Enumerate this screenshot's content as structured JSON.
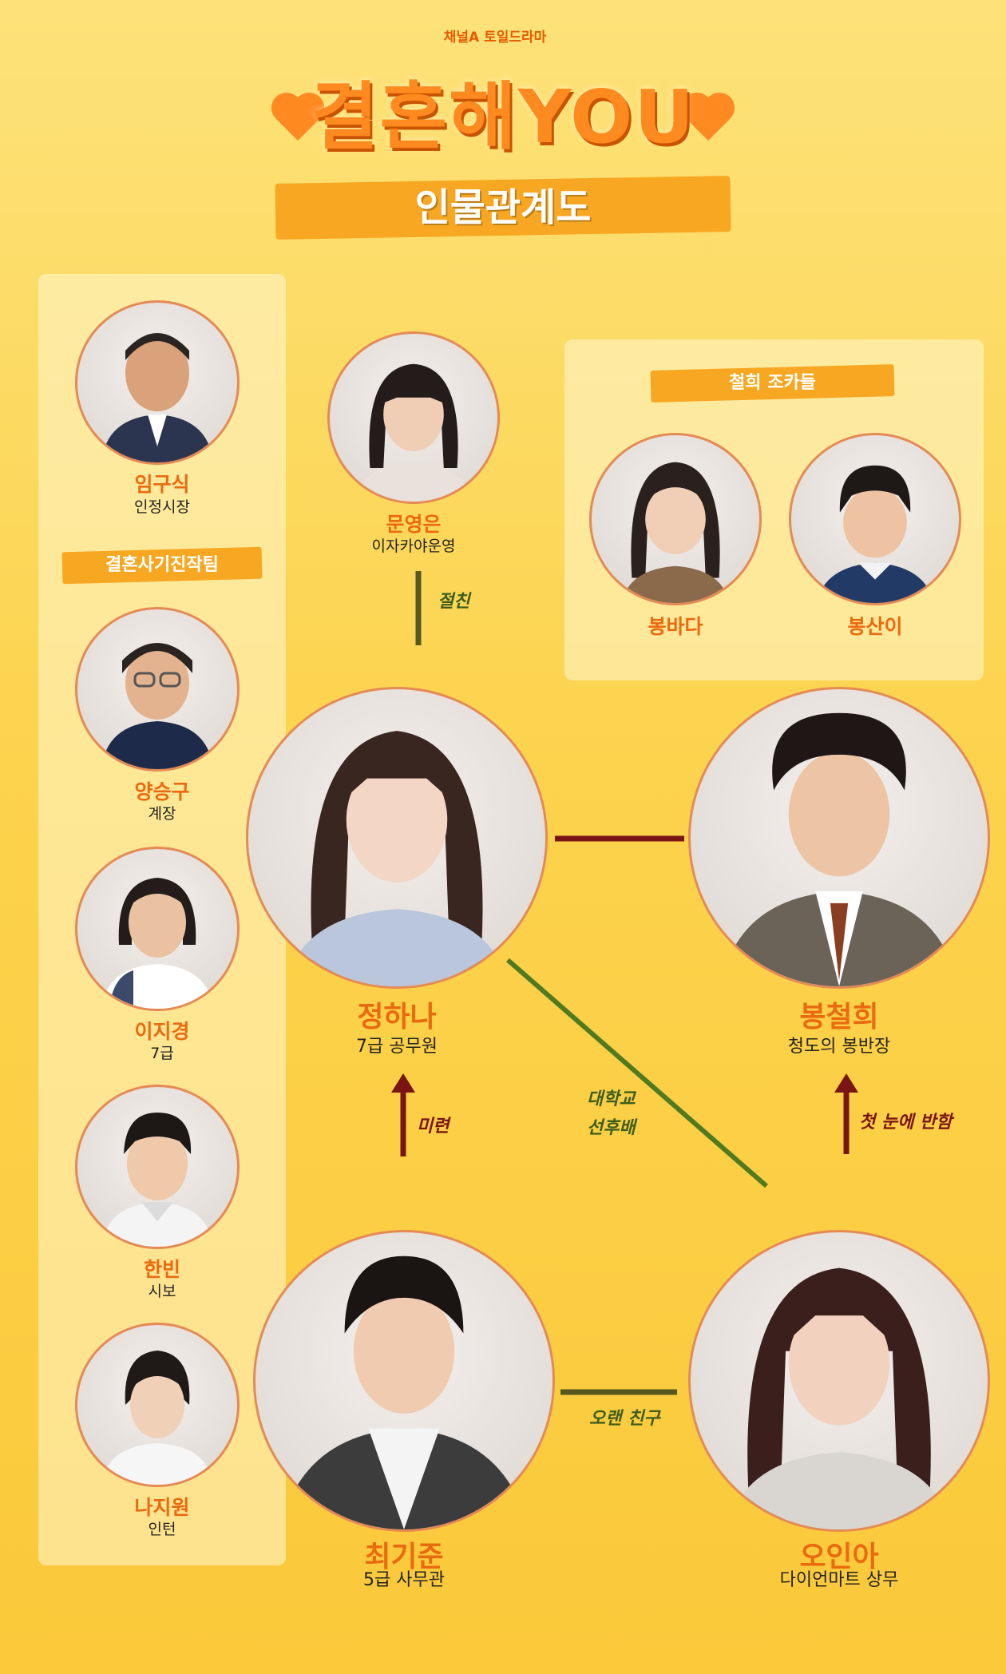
{
  "header": {
    "channel": "채널A 토일드라마",
    "title": "결혼해YOU",
    "subtitle": "인물관계도"
  },
  "groups": {
    "left_team": "결혼사기진작팀",
    "nephews": "철희 조카들"
  },
  "characters": {
    "im_gusik": {
      "name": "임구식",
      "role": "인정시장"
    },
    "yang_seunggu": {
      "name": "양승구",
      "role": "계장"
    },
    "lee_jigyeong": {
      "name": "이지경",
      "role": "7급"
    },
    "han_bin": {
      "name": "한빈",
      "role": "시보"
    },
    "na_jiwon": {
      "name": "나지원",
      "role": "인턴"
    },
    "moon_yeongeun": {
      "name": "문영은",
      "role": "이자카야운영"
    },
    "bong_bada": {
      "name": "봉바다",
      "role": ""
    },
    "bong_sani": {
      "name": "봉산이",
      "role": ""
    },
    "jeong_hana": {
      "name": "정하나",
      "role": "7급 공무원"
    },
    "bong_cheolhui": {
      "name": "봉철희",
      "role": "청도의 봉반장"
    },
    "choi_gijun": {
      "name": "최기준",
      "role": "5급 사무관"
    },
    "oh_ina": {
      "name": "오인아",
      "role": "다이언마트 상무"
    }
  },
  "relations": {
    "friend": "절친",
    "lingering": "미련",
    "college": [
      "대학교",
      "선후배"
    ],
    "first_sight": "첫 눈에 반함",
    "old_friend": "오랜 친구"
  },
  "colors": {
    "name_orange": "#ea6a10",
    "line_red": "#7a1515",
    "line_green": "#4f7a20",
    "line_olive": "#55591f",
    "banner": "#f7a722"
  }
}
